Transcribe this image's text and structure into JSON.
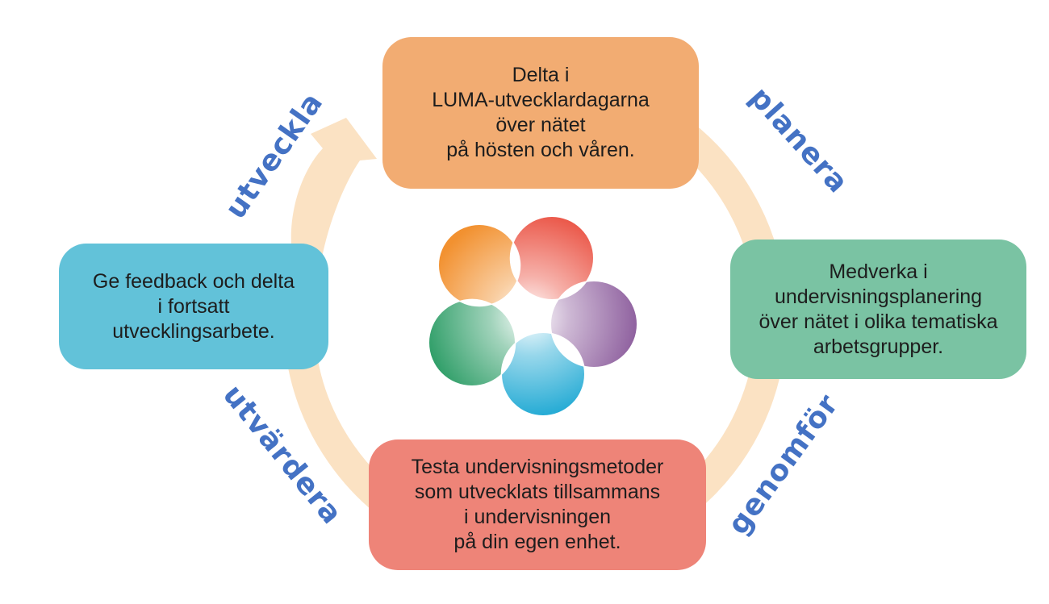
{
  "diagram": {
    "description": "Cyclic process diagram with four steps around a central flower logo",
    "arrow_color": "#FBE2C3",
    "label_color": "#4472C4",
    "text_color": "#1d1d1d",
    "labels": [
      {
        "id": "utveckla",
        "text": "utveckla"
      },
      {
        "id": "planera",
        "text": "planera"
      },
      {
        "id": "genomfor",
        "text": "genomför"
      },
      {
        "id": "utvardera",
        "text": "utvärdera"
      }
    ],
    "steps": [
      {
        "id": "top",
        "color": "#F2AC72",
        "lines": [
          "Delta i",
          "LUMA-utvecklardagarna",
          "över nätet",
          "på hösten och våren."
        ]
      },
      {
        "id": "right",
        "color": "#7AC3A3",
        "lines": [
          "Medverka i",
          "undervisningsplanering",
          "över nätet i olika tematiska",
          "arbetsgrupper."
        ]
      },
      {
        "id": "bottom",
        "color": "#EE8478",
        "lines": [
          "Testa undervisningsmetoder",
          "som utvecklats tillsammans",
          "i undervisningen",
          "på din egen enhet."
        ]
      },
      {
        "id": "left",
        "color": "#62C2D9",
        "lines": [
          "Ge feedback och delta",
          "i fortsatt",
          "utvecklingsarbete."
        ]
      }
    ],
    "center_logo": {
      "name": "luma-flower-logo",
      "circle_colors": {
        "orange": "#F29130",
        "red": "#EA5243",
        "purple": "#8F619F",
        "teal": "#18A6D2",
        "green": "#2F9E68"
      }
    }
  }
}
